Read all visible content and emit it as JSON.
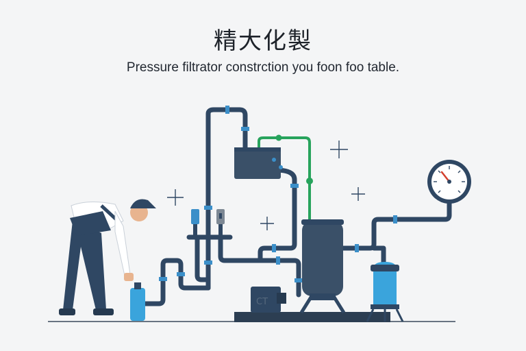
{
  "header": {
    "title": "精大化製",
    "subtitle": "Pressure filtrator constrction you foon foo table."
  },
  "machine": {
    "pump_label": "CT"
  },
  "colors": {
    "background": "#f4f5f6",
    "pipe_dark": "#2f4763",
    "pipe_accent_blue": "#3b8fc9",
    "pipe_green": "#27a35c",
    "tank_body": "#3a5068",
    "water_tank": "#3aa4dc",
    "gauge_needle": "#d3402e",
    "worker_shirt": "#ffffff",
    "worker_pants": "#2f4763"
  },
  "icons": [
    "sparkle-icon",
    "pressure-gauge-icon",
    "valve-icon"
  ]
}
